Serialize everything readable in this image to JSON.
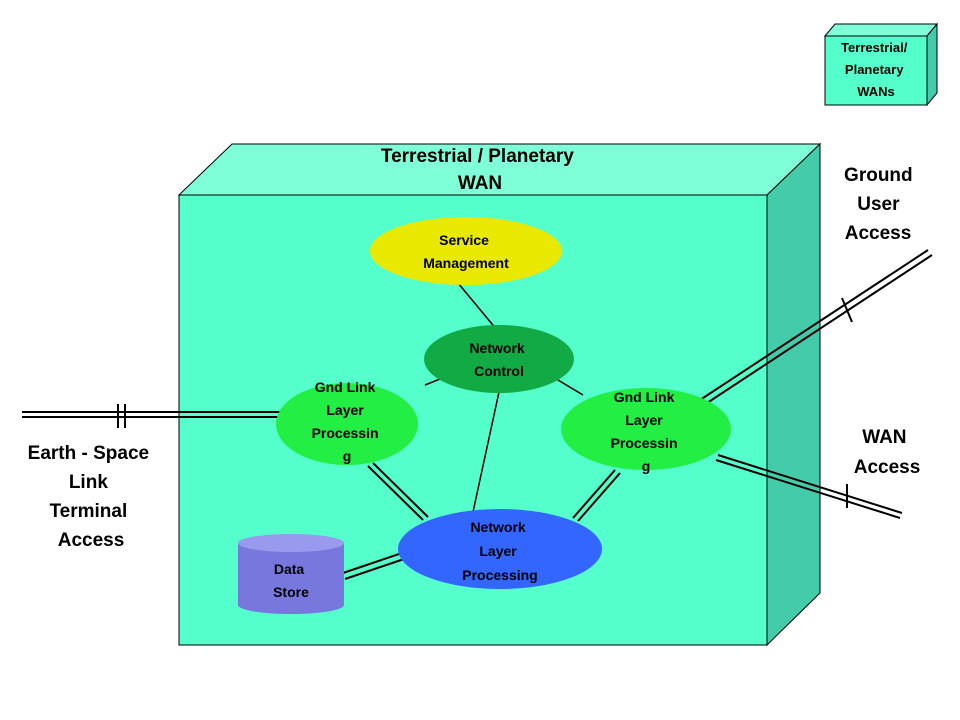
{
  "legend": {
    "lines": [
      "Terrestrial/",
      "Planetary",
      "WANs"
    ]
  },
  "wan_box": {
    "title_lines": [
      "Terrestrial / Planetary",
      "WAN"
    ]
  },
  "nodes": {
    "service_management": [
      "Service",
      "Management"
    ],
    "network_control": [
      "Network",
      "Control"
    ],
    "gnd_link_left": [
      "Gnd Link",
      "Layer",
      "Processin",
      "g"
    ],
    "gnd_link_right": [
      "Gnd Link",
      "Layer",
      "Processin",
      "g"
    ],
    "network_layer": [
      "Network",
      "Layer",
      "Processing"
    ],
    "data_store": [
      "Data",
      "Store"
    ]
  },
  "external_labels": {
    "ground_user_access": [
      "Ground",
      "User",
      "Access"
    ],
    "wan_access": [
      "WAN",
      "Access"
    ],
    "earth_space_link": [
      "Earth - Space",
      "Link",
      "Terminal",
      "Access"
    ]
  },
  "colors": {
    "box_front": "#55FFCC",
    "box_top": "#7FFFD8",
    "box_side": "#44CCAA",
    "service_management": "#E8E800",
    "network_control": "#11AA44",
    "gnd_link": "#22EE44",
    "network_layer": "#3366FF",
    "data_store": "#7777DD"
  }
}
